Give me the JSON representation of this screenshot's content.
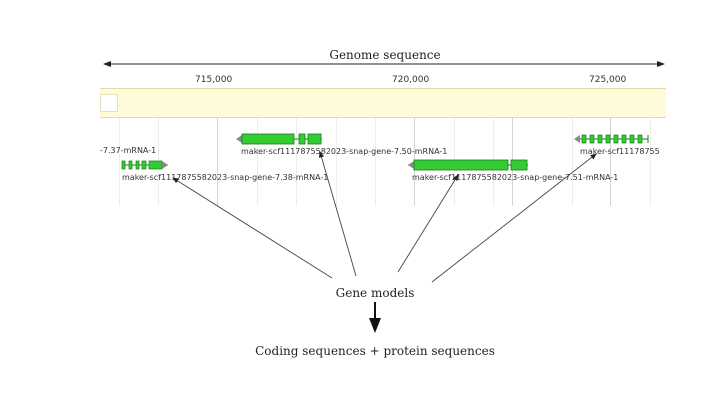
{
  "diagram": {
    "top_label": "Genome sequence",
    "middle_label": "Gene models",
    "bottom_label": "Coding sequences + protein sequences"
  },
  "genome_browser": {
    "ruler": [
      "715,000",
      "720,000",
      "725,000"
    ],
    "colors": {
      "feature_fill": "#33cc33",
      "feature_stroke": "#1a7a1a",
      "band": "#fffbd9"
    },
    "tracks": [
      {
        "name": "-7.37-mRNA-1"
      },
      {
        "name": "maker-scf1117875582023-snap-gene-7.38-mRNA-1"
      },
      {
        "name": "maker-scf1117875582023-snap-gene-7.50-mRNA-1"
      },
      {
        "name": "maker-scf1117875582023-snap-gene-7.51-mRNA-1"
      },
      {
        "name": "maker-scf11178755"
      }
    ]
  }
}
